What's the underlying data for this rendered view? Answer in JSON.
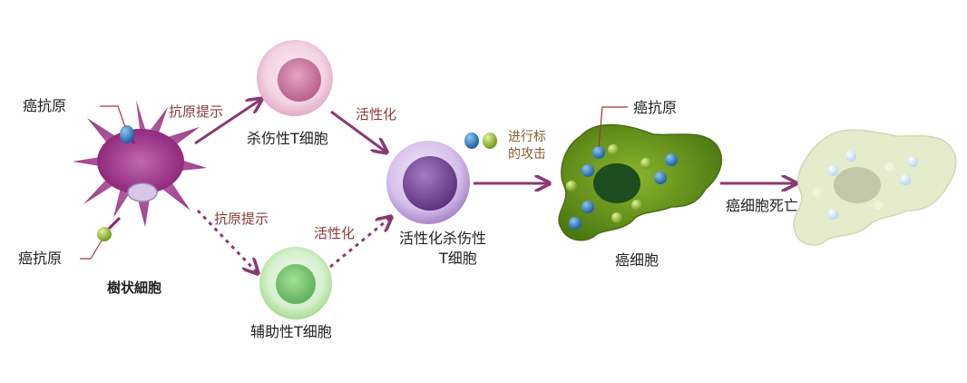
{
  "labels": {
    "antigen_top_left": "癌抗原",
    "antigen_bottom_left": "癌抗原",
    "dendritic_cell": "樹状細胞",
    "presentation_top": "抗原提示",
    "presentation_bottom": "抗原提示",
    "killer_t": "杀伤性T细胞",
    "helper_t": "辅助性T细胞",
    "activation_top": "活性化",
    "activation_bottom": "活性化",
    "activated_killer_line1": "活性化杀伤性",
    "activated_killer_line2": "T细胞",
    "attack_line1": "进行标",
    "attack_line2": "的攻击",
    "antigen_cancer": "癌抗原",
    "cancer_cell": "癌细胞",
    "cancer_death": "癌细胞死亡"
  },
  "colors": {
    "arrow": "#8a3a72",
    "dendritic": "#9b2e86",
    "killer_t": "#d48bb0",
    "helper_t": "#7fc96e",
    "activated_t": "#8f63ad",
    "cancer_body": "#6a9a1c",
    "cancer_nucleus": "#1d4d1e",
    "dead_cell": "#dde6c3",
    "antigen_blue": "#2f7bc0",
    "antigen_green": "#9bc23a"
  },
  "icons": {
    "antigen": "antigen-dot-icon",
    "arrow": "arrow-icon"
  }
}
